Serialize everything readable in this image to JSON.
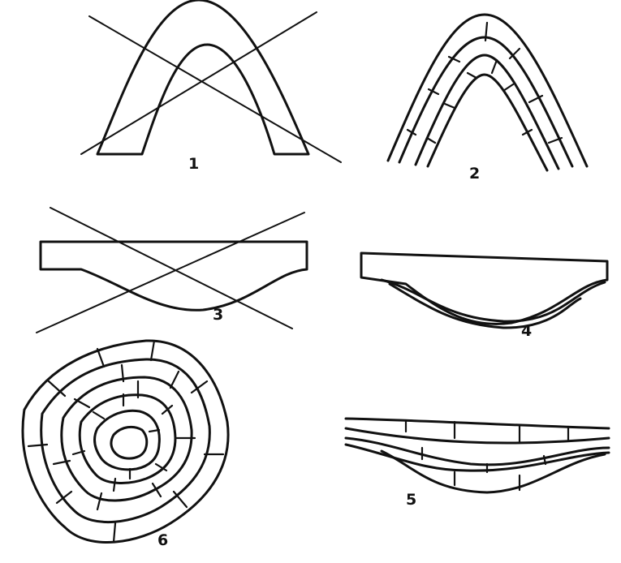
{
  "colors": {
    "ink": "#111111",
    "background": "#ffffff"
  },
  "panels": [
    {
      "label": "1",
      "crossed": true
    },
    {
      "label": "2",
      "crossed": false
    },
    {
      "label": "3",
      "crossed": true
    },
    {
      "label": "4",
      "crossed": false
    },
    {
      "label": "5",
      "crossed": false
    },
    {
      "label": "6",
      "crossed": false
    }
  ]
}
